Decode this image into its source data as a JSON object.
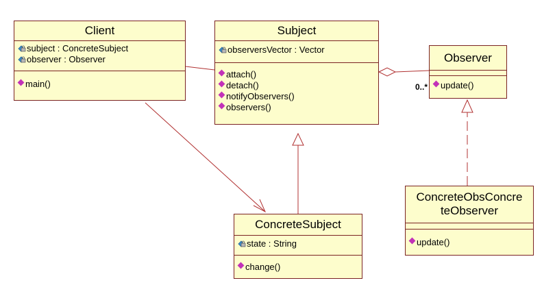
{
  "colors": {
    "class_fill": "#fdfdcc",
    "class_border": "#7a2222",
    "connector": "#b03030",
    "operation_icon": "#c231b8",
    "attribute_icon": "#3a8fd0"
  },
  "classes": {
    "client": {
      "name": "Client",
      "attributes": [
        "subject : ConcreteSubject",
        "observer : Observer"
      ],
      "operations": [
        "main()"
      ]
    },
    "subject": {
      "name": "Subject",
      "attributes": [
        "observersVector : Vector"
      ],
      "operations": [
        "attach()",
        "detach()",
        "notifyObservers()",
        "observers()"
      ]
    },
    "observer": {
      "name": "Observer",
      "attributes": [],
      "operations": [
        "update()"
      ]
    },
    "concrete_subject": {
      "name": "ConcreteSubject",
      "attributes": [
        "state : String"
      ],
      "operations": [
        "change()"
      ]
    },
    "concrete_observer": {
      "name_line1": "ConcreteObsConcre",
      "name_line2": "teObserver",
      "attributes": [],
      "operations": [
        "update()"
      ]
    }
  },
  "relations": {
    "aggregation_multiplicity": "0..*"
  }
}
